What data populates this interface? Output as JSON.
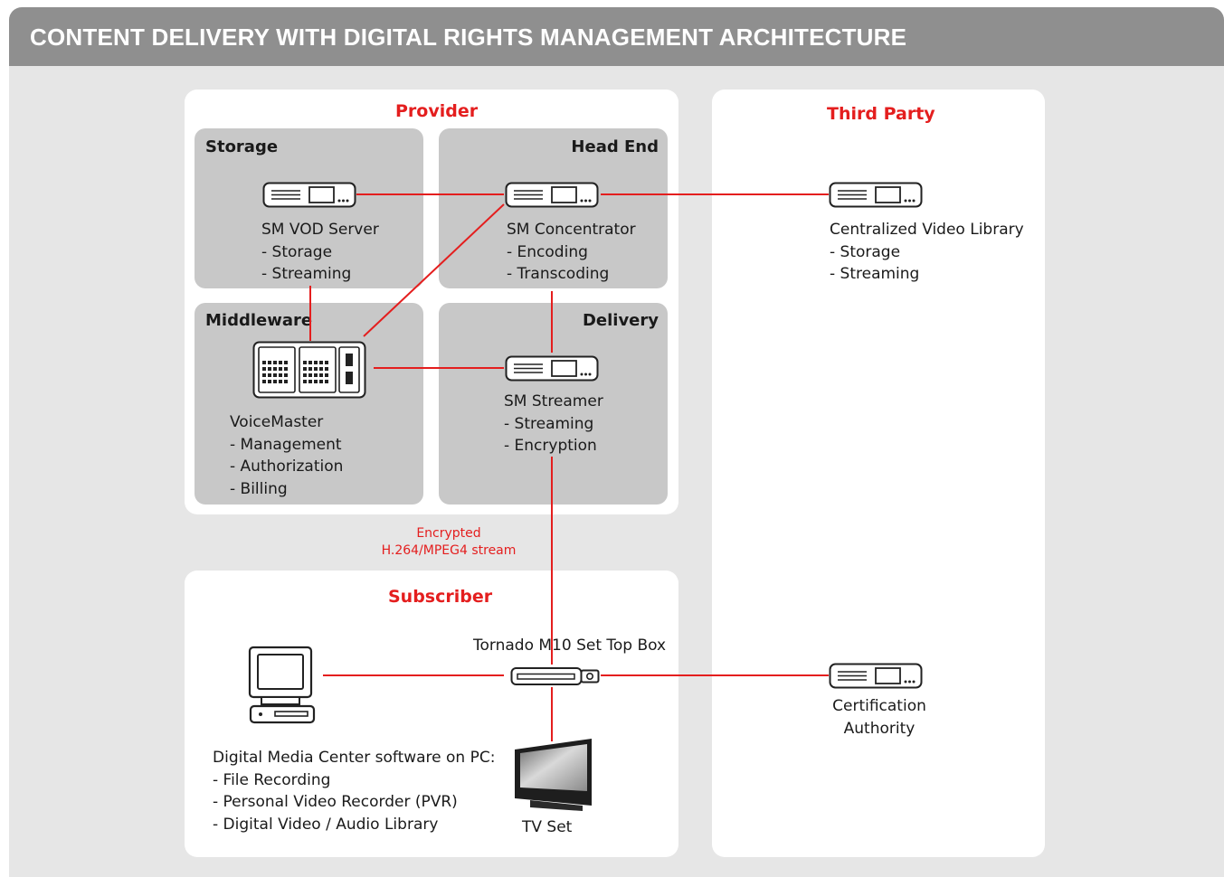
{
  "title": "CONTENT DELIVERY WITH DIGITAL RIGHTS MANAGEMENT ARCHITECTURE",
  "colors": {
    "accent": "#e41e1e",
    "header": "#8f8f8f",
    "panel": "#ffffff",
    "zone": "#c8c8c8",
    "background": "#e6e6e6"
  },
  "panels": {
    "provider": "Provider",
    "third_party": "Third Party",
    "subscriber": "Subscriber"
  },
  "zones": {
    "storage": "Storage",
    "head_end": "Head End",
    "middleware": "Middleware",
    "delivery": "Delivery"
  },
  "nodes": {
    "vod_server": {
      "icon": "server-icon",
      "lines": [
        "SM VOD Server",
        "- Storage",
        "- Streaming"
      ]
    },
    "concentrator": {
      "icon": "server-icon",
      "lines": [
        "SM Concentrator",
        "- Encoding",
        "- Transcoding"
      ]
    },
    "video_library": {
      "icon": "server-icon",
      "lines": [
        "Centralized Video Library",
        "- Storage",
        "- Streaming"
      ]
    },
    "voicemaster": {
      "icon": "voicemaster-rack-icon",
      "lines": [
        "VoiceMaster",
        "- Management",
        "- Authorization",
        "- Billing"
      ]
    },
    "streamer": {
      "icon": "server-icon",
      "lines": [
        "SM Streamer",
        "- Streaming",
        "- Encryption"
      ]
    },
    "set_top_box": {
      "icon": "set-top-box-icon",
      "label": "Tornado M10 Set Top Box"
    },
    "pc": {
      "icon": "computer-icon",
      "lines": [
        "Digital Media Center software on PC:",
        "- File Recording",
        "- Personal Video Recorder (PVR)",
        "- Digital Video / Audio Library"
      ]
    },
    "tv": {
      "icon": "tv-icon",
      "label": "TV Set"
    },
    "cert_authority": {
      "icon": "server-icon",
      "lines": [
        "Certification",
        "Authority"
      ]
    }
  },
  "stream_note": [
    "Encrypted",
    "H.264/MPEG4 stream"
  ]
}
